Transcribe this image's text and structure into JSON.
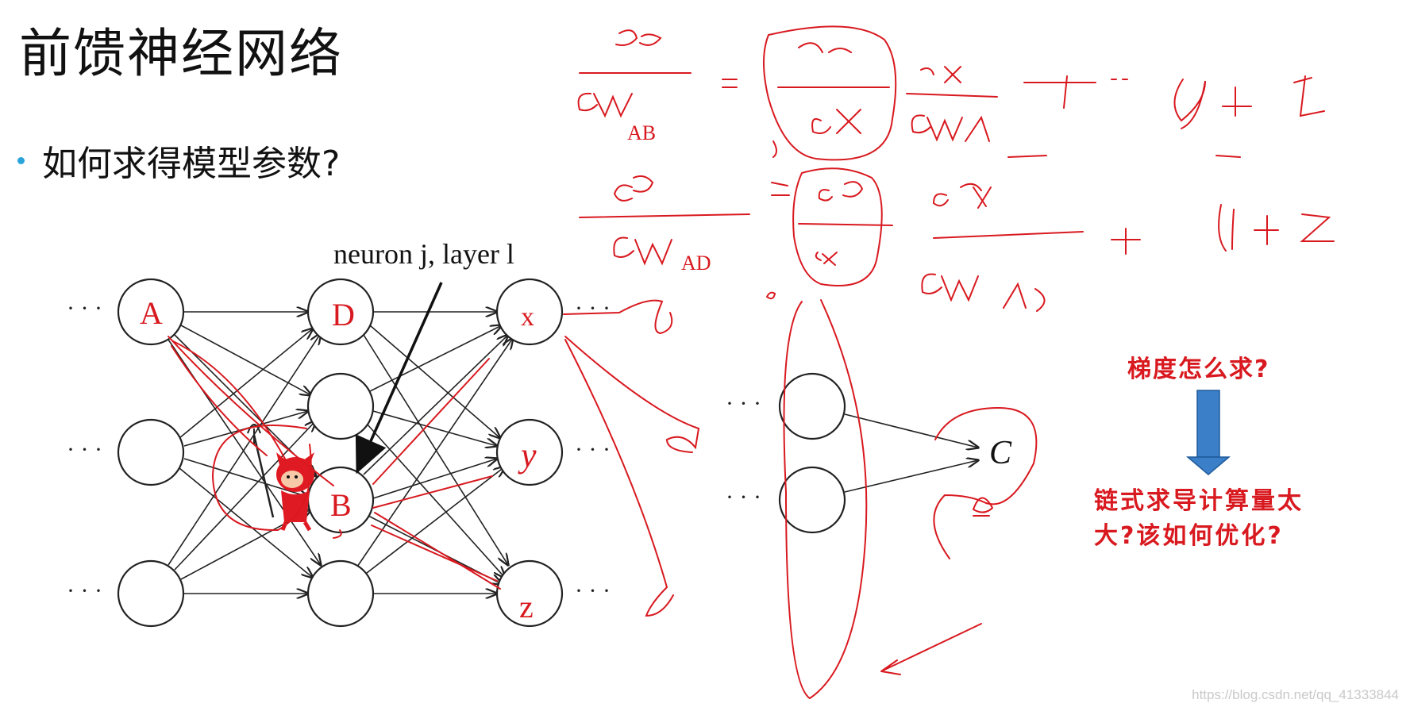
{
  "slide": {
    "title": "前馈神经网络",
    "bullet": "如何求得模型参数?"
  },
  "network": {
    "layer_label": "neuron j, layer l",
    "dots": "· · ·",
    "nodes": {
      "A": "A",
      "D": "D",
      "B": "B",
      "X": "x",
      "Y": "y",
      "Z": "z"
    },
    "output_label": "C"
  },
  "annotations": {
    "gradient_question": "梯度怎么求?",
    "chain_rule_question": "链式求导计算量太大?该如何优化?",
    "arrow_color": "#3a7fc8"
  },
  "watermark": "https://blog.csdn.net/qq_41333844",
  "colors": {
    "ink": "#d8191f",
    "accent": "#2aa4db"
  }
}
